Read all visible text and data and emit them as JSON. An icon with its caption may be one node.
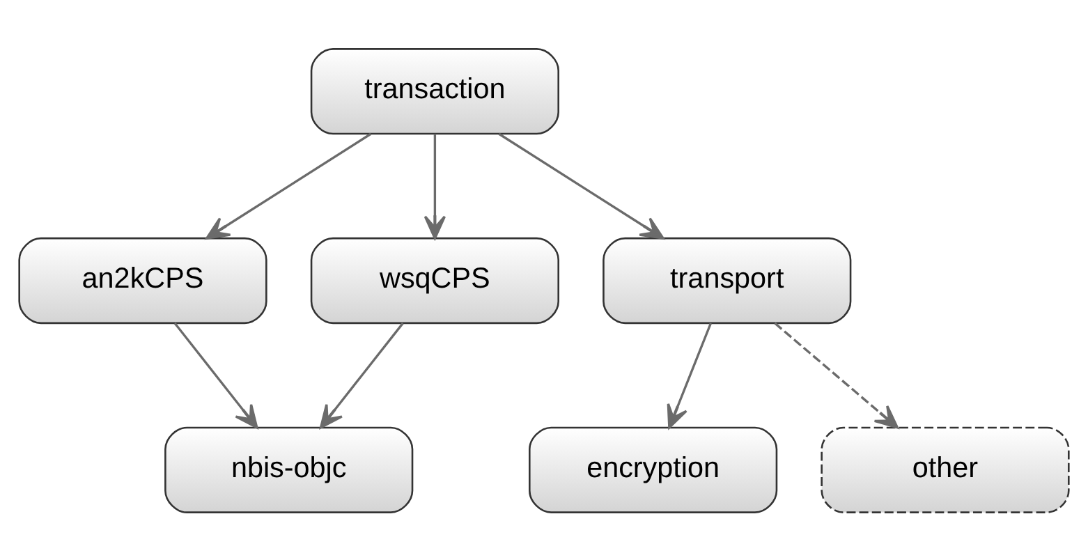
{
  "diagram": {
    "nodes": [
      {
        "text": [
          "transaction"
        ]
      },
      {
        "text": [
          "an2kCPS"
        ]
      },
      {
        "text": [
          "wsqCPS"
        ]
      },
      {
        "text": [
          "transport"
        ]
      },
      {
        "text": [
          "nbis-objc"
        ]
      },
      {
        "text": [
          "encryption"
        ]
      },
      {
        "text": [
          "other"
        ]
      }
    ],
    "edges": [
      {
        "from": 0,
        "to": 1,
        "arrow": "to"
      },
      {
        "from": 0,
        "to": 2,
        "arrow": "to"
      },
      {
        "from": 0,
        "to": 3,
        "arrow": "to"
      },
      {
        "from": 1,
        "to": 4,
        "arrow": "to"
      },
      {
        "from": 2,
        "to": 4,
        "arrow": "to"
      },
      {
        "from": 3,
        "to": 5,
        "arrow": "to"
      },
      {
        "from": 3,
        "to": 6,
        "arrow": "to",
        "style": "dashed"
      }
    ]
  }
}
